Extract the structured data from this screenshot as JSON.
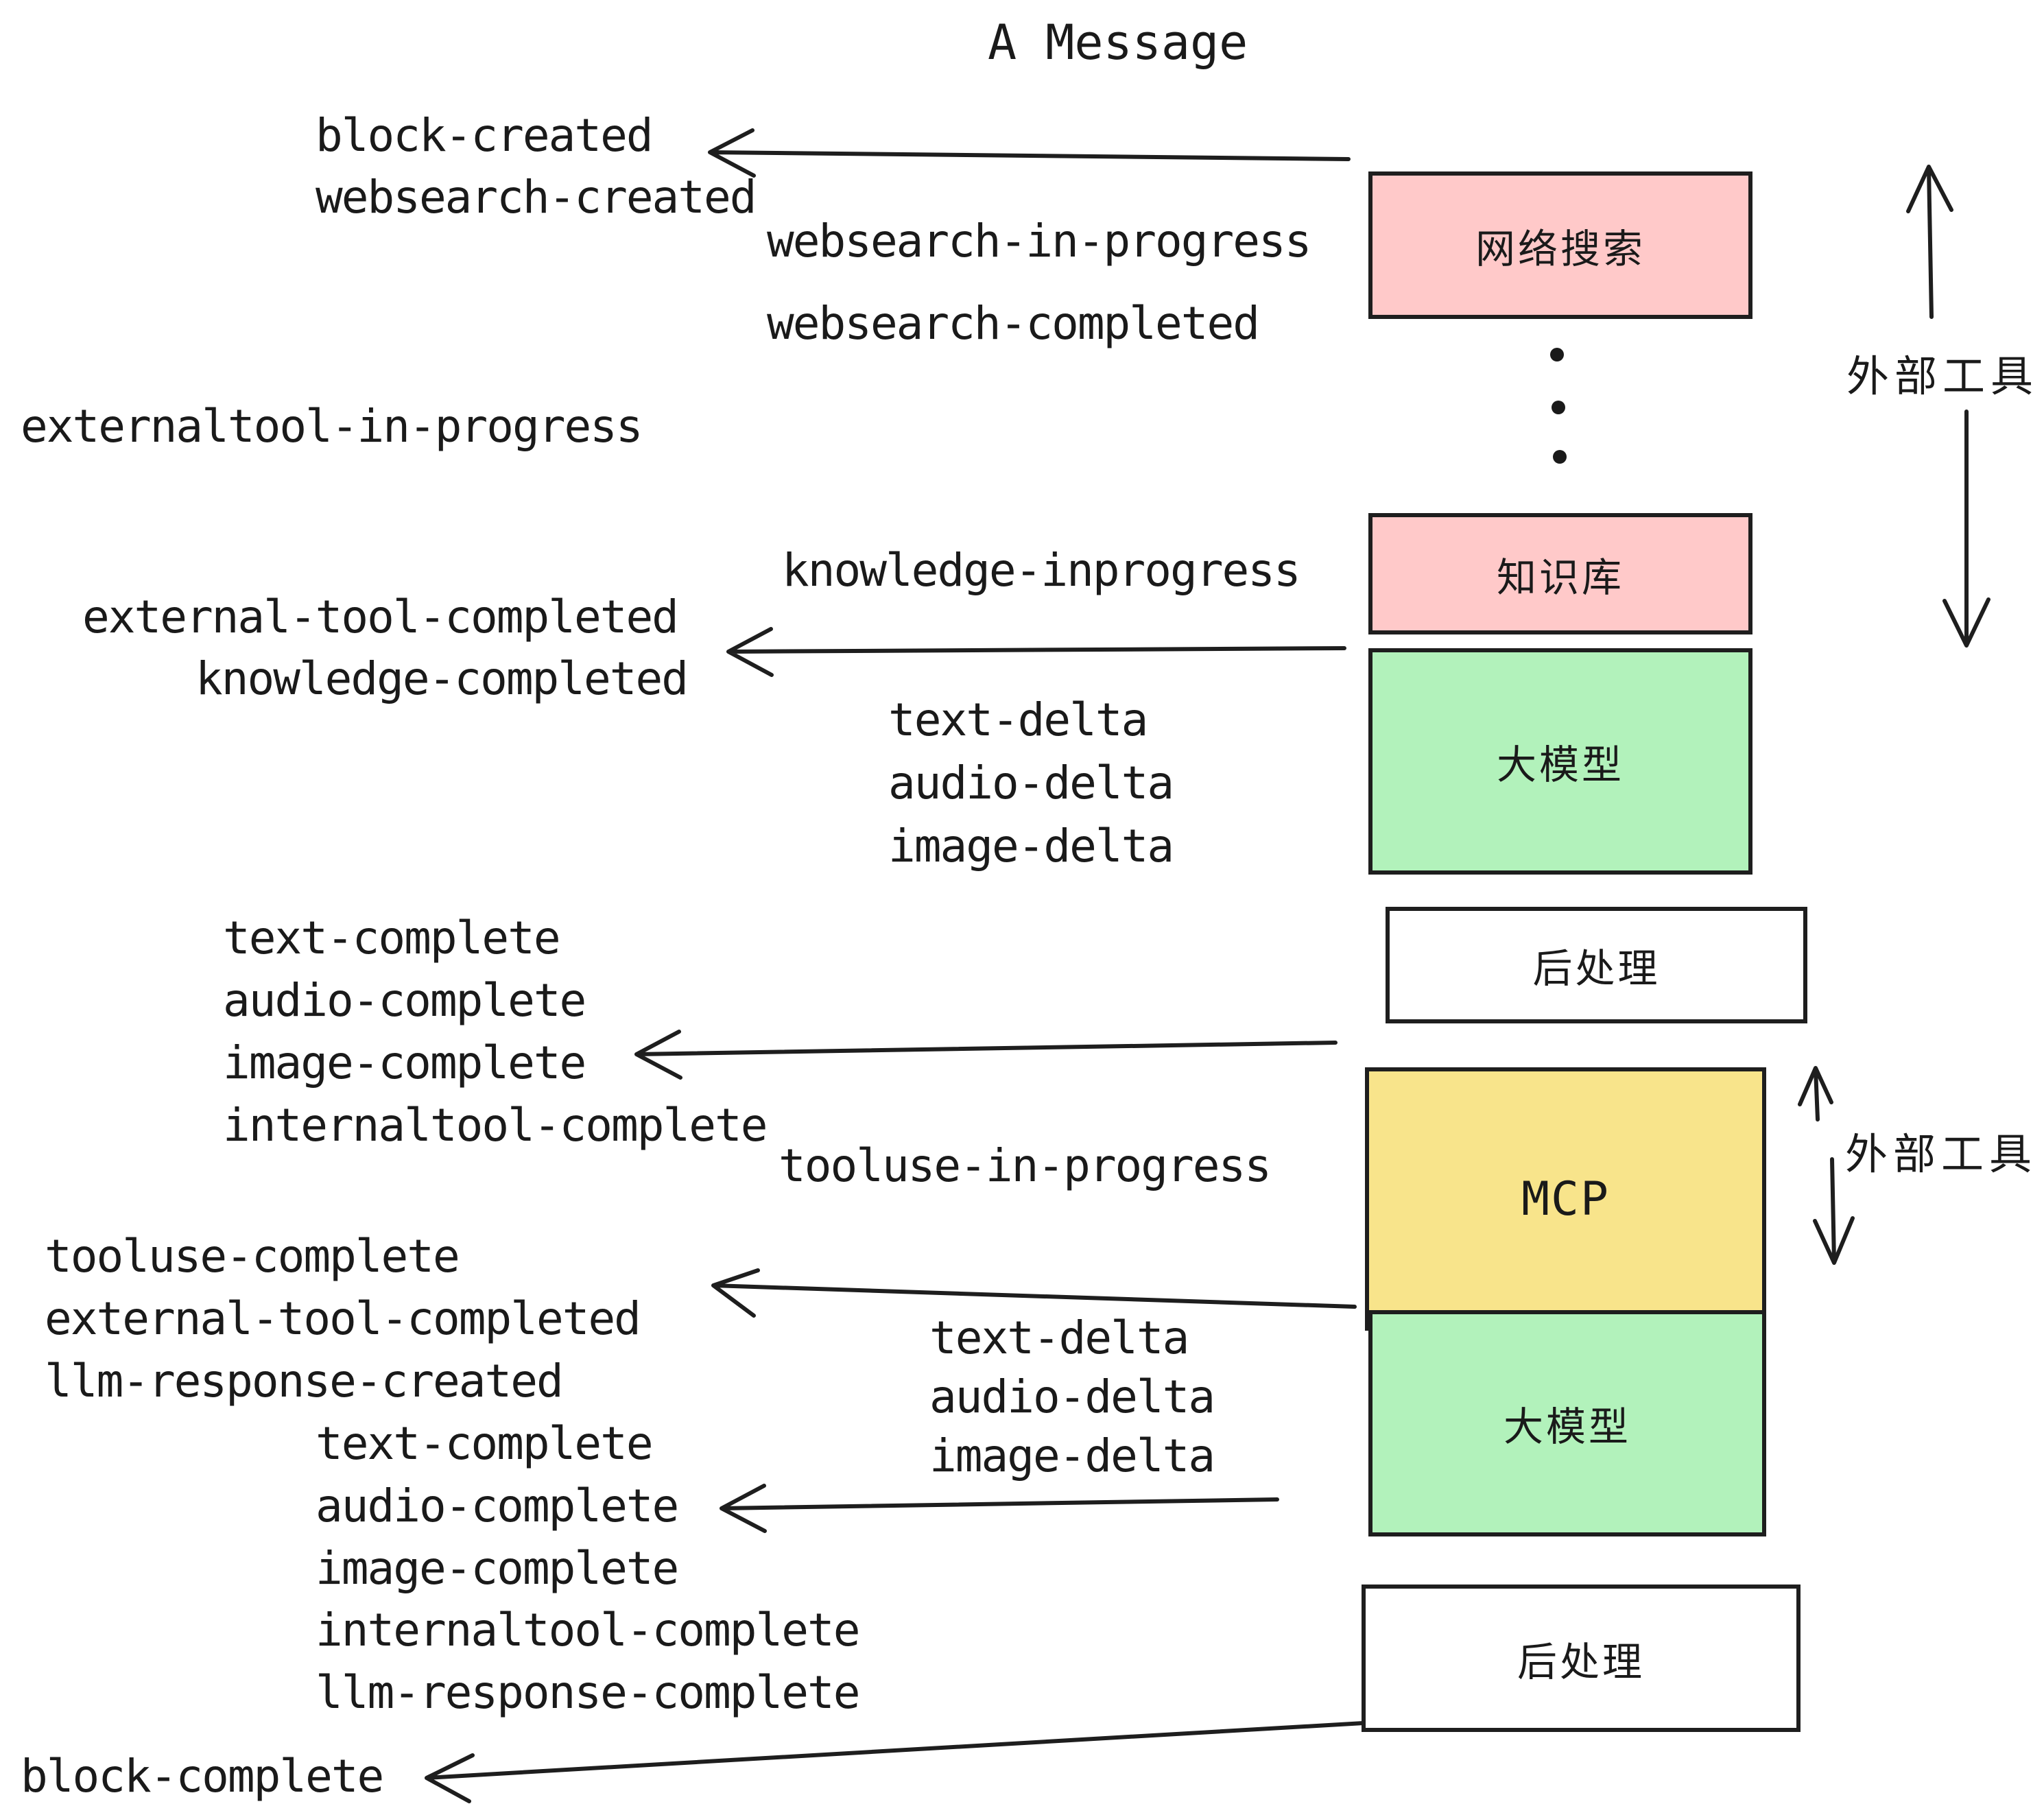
{
  "title": "A Message",
  "colors": {
    "pink": "#ffc9c9",
    "green": "#b2f2bb",
    "yellow": "#f8e48b",
    "border": "#1e1e1e",
    "text": "#1a1a1a"
  },
  "event_labels": [
    "block-created",
    "websearch-created",
    "websearch-in-progress",
    "websearch-completed",
    "externaltool-in-progress",
    "knowledge-inprogress",
    "external-tool-completed",
    "knowledge-completed",
    "text-delta",
    "audio-delta",
    "image-delta",
    "text-complete",
    "audio-complete",
    "image-complete",
    "internaltool-complete",
    "tooluse-in-progress",
    "tooluse-complete",
    "external-tool-completed",
    "llm-response-created",
    "text-delta",
    "audio-delta",
    "image-delta",
    "text-complete",
    "audio-complete",
    "image-complete",
    "internaltool-complete",
    "llm-response-complete",
    "block-complete"
  ],
  "boxes": [
    {
      "label": "网络搜索",
      "type": "pink"
    },
    {
      "label": "知识库",
      "type": "pink"
    },
    {
      "label": "大模型",
      "type": "green"
    },
    {
      "label": "后处理",
      "type": "white"
    },
    {
      "label": "MCP",
      "type": "yellow"
    },
    {
      "label": "大模型",
      "type": "green"
    },
    {
      "label": "后处理",
      "type": "white"
    }
  ],
  "side_labels": [
    {
      "label": "外部工具"
    },
    {
      "label": "外部工具"
    }
  ]
}
